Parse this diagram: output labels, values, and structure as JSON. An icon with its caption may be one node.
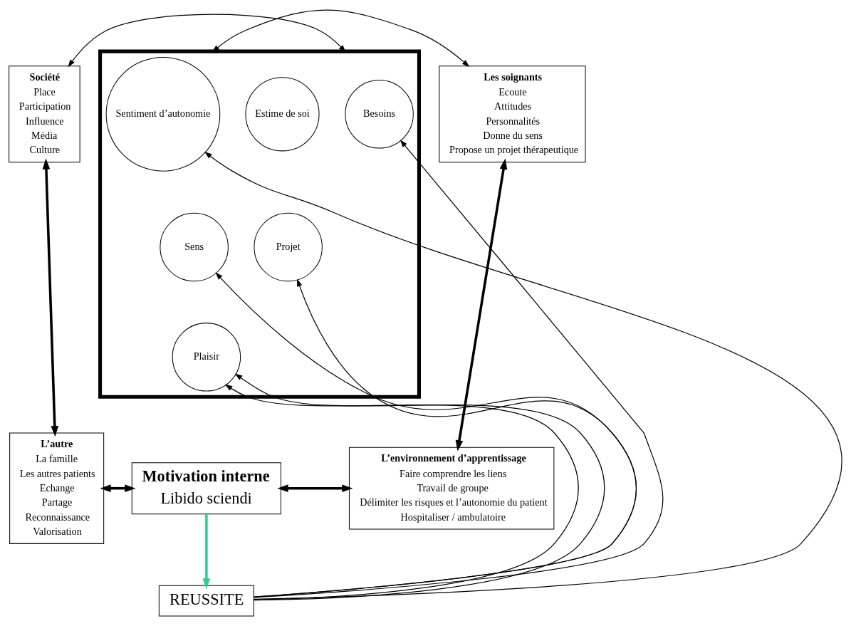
{
  "diagram": {
    "nodes": [
      {
        "text": [
          "Société",
          "Place",
          "Participation",
          "Influence",
          "Média",
          "Culture"
        ]
      },
      {
        "text": [
          "Les soignants",
          "Ecoute",
          "Attitudes",
          "Personnalités",
          "Donne du sens",
          "Propose un projet thérapeutique"
        ]
      },
      {
        "text": [],
        "shape": "triangle"
      },
      {
        "text": [
          "Besoins"
        ],
        "in": 2
      },
      {
        "text": [
          "Estime de soi"
        ],
        "in": 2
      },
      {
        "text": [
          "Sentiment d’autonomie"
        ],
        "in": 2
      },
      {
        "text": [
          "Projet"
        ],
        "in": 2
      },
      {
        "text": [
          "Sens"
        ],
        "in": 2
      },
      {
        "text": [
          "Plaisir"
        ],
        "in": 2
      },
      {
        "text": [
          "Motivation interne",
          "Libido sciendi"
        ]
      },
      {
        "text": [
          "REUSSITE"
        ]
      },
      {
        "text": [
          "L’autre",
          "La famille",
          "Les autres patients",
          "Echange",
          "Partage",
          "Reconnaissance",
          "Valorisation"
        ]
      },
      {
        "text": [
          "L’environnement d’apprentissage",
          "Faire comprendre les liens",
          "Travail de groupe",
          "Délimiter les risques et l’autonomie du patient",
          "Hospitaliser / ambulatoire"
        ]
      }
    ],
    "edges": [
      {
        "from": 0,
        "to": 2,
        "arrow": "both"
      },
      {
        "from": 2,
        "to": 1,
        "arrow": "both"
      },
      {
        "from": 0,
        "to": 11,
        "arrow": "both",
        "style": "thick"
      },
      {
        "from": 1,
        "to": 12,
        "arrow": "both",
        "style": "thick"
      },
      {
        "from": 11,
        "to": 9,
        "arrow": "both",
        "style": "thick"
      },
      {
        "from": 9,
        "to": 12,
        "arrow": "both",
        "style": "thick"
      },
      {
        "from": 9,
        "to": 10,
        "arrow": "to",
        "style": "thick",
        "color": "#33cc99"
      },
      {
        "from": 10,
        "to": 3,
        "arrow": "to"
      },
      {
        "from": 10,
        "to": 6,
        "arrow": "to"
      },
      {
        "from": 10,
        "to": 8,
        "arrow": "to"
      },
      {
        "from": 10,
        "to": 5,
        "arrow": "to"
      },
      {
        "from": 10,
        "to": 7,
        "arrow": "to"
      },
      {
        "from": 10,
        "to": 8,
        "arrow": "to"
      }
    ]
  }
}
